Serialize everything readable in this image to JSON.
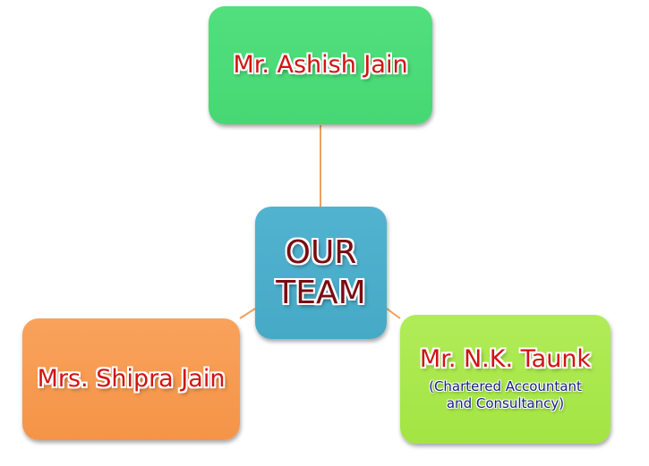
{
  "diagram": {
    "center": {
      "line1": "OUR",
      "line2": "TEAM"
    },
    "top": {
      "name": "Mr. Ashish Jain"
    },
    "left": {
      "name": "Mrs. Shipra Jain"
    },
    "right": {
      "name": "Mr. N.K. Taunk",
      "role_line1": "(Chartered  Accountant",
      "role_line2": "and Consultancy)"
    }
  },
  "colors": {
    "top_box": "#46d873",
    "center_box": "#46a9c6",
    "left_box": "#f59447",
    "right_box": "#a3e443",
    "connector": "#f0a060",
    "name_text": "#d11414",
    "center_text": "#7a0c12",
    "role_text": "#16207a"
  }
}
